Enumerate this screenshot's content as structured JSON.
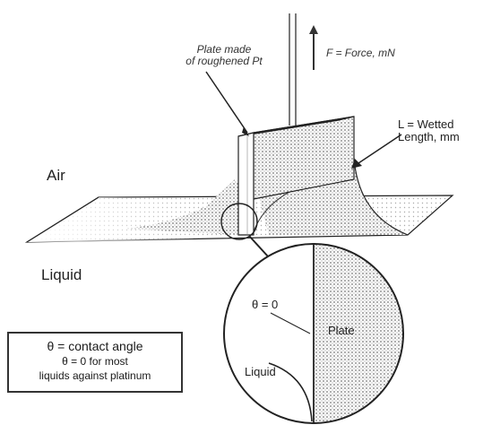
{
  "labels": {
    "plate": [
      "Plate made",
      "of roughened Pt"
    ],
    "force": "F = Force, mN",
    "wetted": [
      "L = Wetted",
      "Length, mm"
    ],
    "air": "Air",
    "liquid": "Liquid",
    "theta_zero": "θ = 0",
    "plate_short": "Plate",
    "liquid_small": "Liquid"
  },
  "legend_box": {
    "line1": "θ = contact angle",
    "line2": "θ = 0 for most",
    "line3": "liquids against platinum"
  }
}
